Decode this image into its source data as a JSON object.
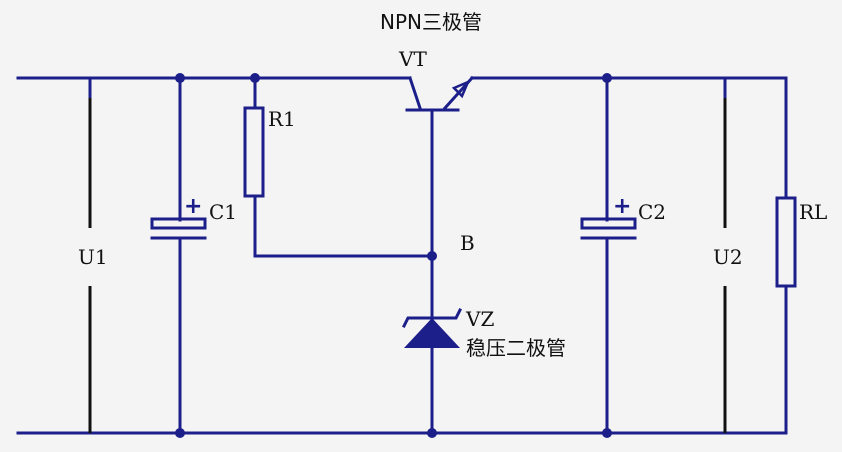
{
  "transistor": {
    "type_label": "NPN三极管",
    "ref": "VT"
  },
  "resistor_r1": {
    "ref": "R1"
  },
  "capacitor_c1": {
    "ref": "C1",
    "polarity": "+"
  },
  "capacitor_c2": {
    "ref": "C2",
    "polarity": "+"
  },
  "node_b": {
    "label": "B"
  },
  "zener": {
    "ref": "VZ",
    "type_label": "稳压二极管"
  },
  "input_voltage": {
    "label": "U1"
  },
  "output_voltage": {
    "label": "U2"
  },
  "load_resistor": {
    "ref": "RL"
  },
  "colors": {
    "wire": "#1c1f8a",
    "body": "#111111",
    "background": "#f4f4f4"
  }
}
